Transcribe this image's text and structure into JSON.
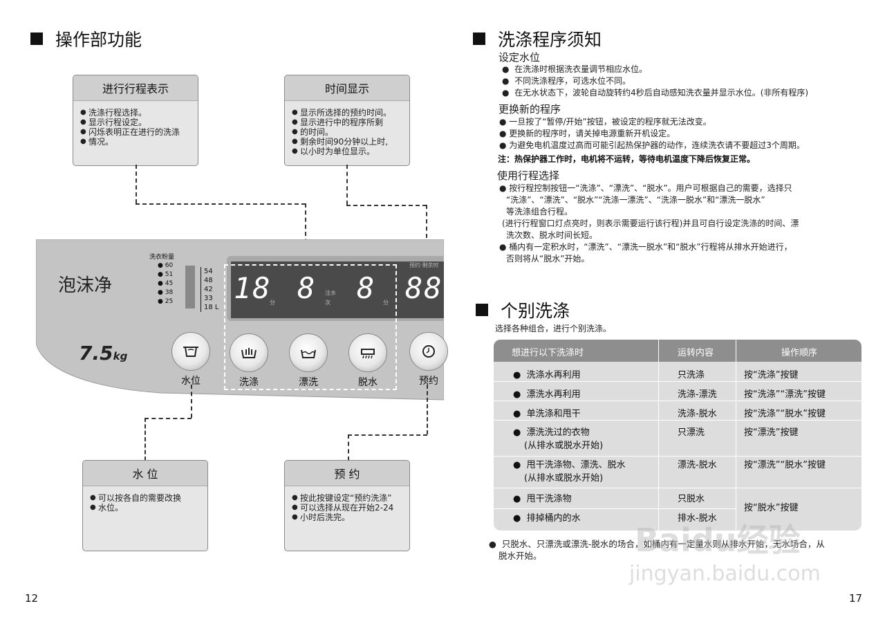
{
  "left": {
    "title": "操作部功能",
    "callout_progress": {
      "title": "进行行程表示",
      "items": [
        "洗涤行程选择。",
        "显示行程设定。",
        "闪烁表明正在进行的洗涤",
        "情况。"
      ]
    },
    "callout_time": {
      "title": "时间显示",
      "items": [
        "显示所选择的预约时间。",
        "显示进行中的程序所剩",
        "的时间。",
        "剩余时间90分钟以上时,",
        "以小时为单位显示。"
      ]
    },
    "callout_water": {
      "title": "水 位",
      "items": [
        "可以按各自的需要改换",
        "水位。"
      ]
    },
    "callout_reserve": {
      "title": "预 约",
      "items": [
        "按此按键设定“预约洗涤”",
        "可以选择从现在开始2-24",
        "小时后洗完。"
      ]
    },
    "panel": {
      "brand": "泡沫净",
      "capacity": "7.5",
      "capacity_unit": "kg",
      "detergent_label": "洗衣粉量",
      "detergent_levels": [
        "60",
        "51",
        "45",
        "38",
        "25"
      ],
      "water_levels": [
        "54",
        "48",
        "42",
        "33",
        "18"
      ],
      "water_unit": "L",
      "display": {
        "d1": "18",
        "d1_unit": "分",
        "d2": "8",
        "d2_label_a": "注水",
        "d2_label_b": "次",
        "d3": "8",
        "d3_unit": "分",
        "d4": "88",
        "top_label": "预约·剩余时"
      },
      "buttons": {
        "water_level": "水位",
        "wash": "洗涤",
        "rinse": "漂洗",
        "spin": "脱水",
        "reserve": "预约"
      }
    },
    "page_number": "12"
  },
  "right": {
    "title": "洗涤程序须知",
    "sec1": {
      "title": "设定水位",
      "items": [
        "在洗涤时根据洗衣量调节相应水位。",
        "不同洗涤程序，可选水位不同。",
        "在无水状态下，波轮自动旋转约4秒后自动感知洗衣量并显示水位。(非所有程序)"
      ]
    },
    "sec2": {
      "title": "更换新的程序",
      "items": [
        "一旦按了“暂停/开始”按钮，被设定的程序就无法改变。",
        "更换新的程序时，请关掉电源重新开机设定。",
        "为避免电机温度过高而可能引起热保护器的动作，连续洗衣请不要超过3个周期。"
      ],
      "note": "注：热保护器工作时，电机将不运转，等待电机温度下降后恢复正常。"
    },
    "sec3": {
      "title": "使用行程选择",
      "lines": [
        "按行程控制按钮一“洗涤”、“漂洗”、“脱水”。用户可根据自己的需要，选择只",
        "“洗涤”、“漂洗”、“脱水”“洗涤一漂洗”、“洗涤一脱水”和“漂洗一脱水”",
        "等洗涤组合行程。",
        "(进行行程窗口灯点亮时，则表示需要运行该行程)并且可自行设定洗涤的时间、漂",
        "洗次数、脱水时间长短。",
        "桶内有一定积水时，“漂洗”、“漂洗一脱水”和“脱水”行程将从排水开始进行，",
        "否则将从“脱水”开始。"
      ]
    },
    "title2": "个别洗涤",
    "intro": "选择各种组合，进行个别洗涤。",
    "table": {
      "headers": [
        "想进行以下洗涤时",
        "运转内容",
        "操作顺序"
      ],
      "rows": [
        {
          "want": "洗涤水再利用",
          "want2": "",
          "content": "只洗涤",
          "op": "按“洗涤”按键"
        },
        {
          "want": "漂洗水再利用",
          "want2": "",
          "content": "洗涤-漂洗",
          "op": "按“洗涤”“漂洗”按键"
        },
        {
          "want": "单洗涤和甩干",
          "want2": "",
          "content": "洗涤-脱水",
          "op": "按“洗涤”“脱水”按键"
        },
        {
          "want": "漂洗洗过的衣物",
          "want2": "(从排水或脱水开始)",
          "content": "只漂洗",
          "op": "按“漂洗”按键"
        },
        {
          "want": "甩干洗涤物、漂洗、脱水",
          "want2": "(从排水或脱水开始)",
          "content": "漂洗-脱水",
          "op": "按“漂洗”“脱水”按键"
        },
        {
          "want": "甩干洗涤物",
          "want2": "",
          "content": "只脱水",
          "op": ""
        },
        {
          "want": "排掉桶内的水",
          "want2": "",
          "content": "排水-脱水",
          "op": ""
        }
      ],
      "merged_op": "按“脱水”按键"
    },
    "footnote_1": "只脱水、只漂洗或漂洗-脱水的场合，如桶内有一定量水则从排水开始，无水场合，从",
    "footnote_2": "脱水开始。",
    "page_number": "17"
  },
  "watermark": {
    "text": "Baidu经验",
    "url": "jingyan.baidu.com"
  }
}
